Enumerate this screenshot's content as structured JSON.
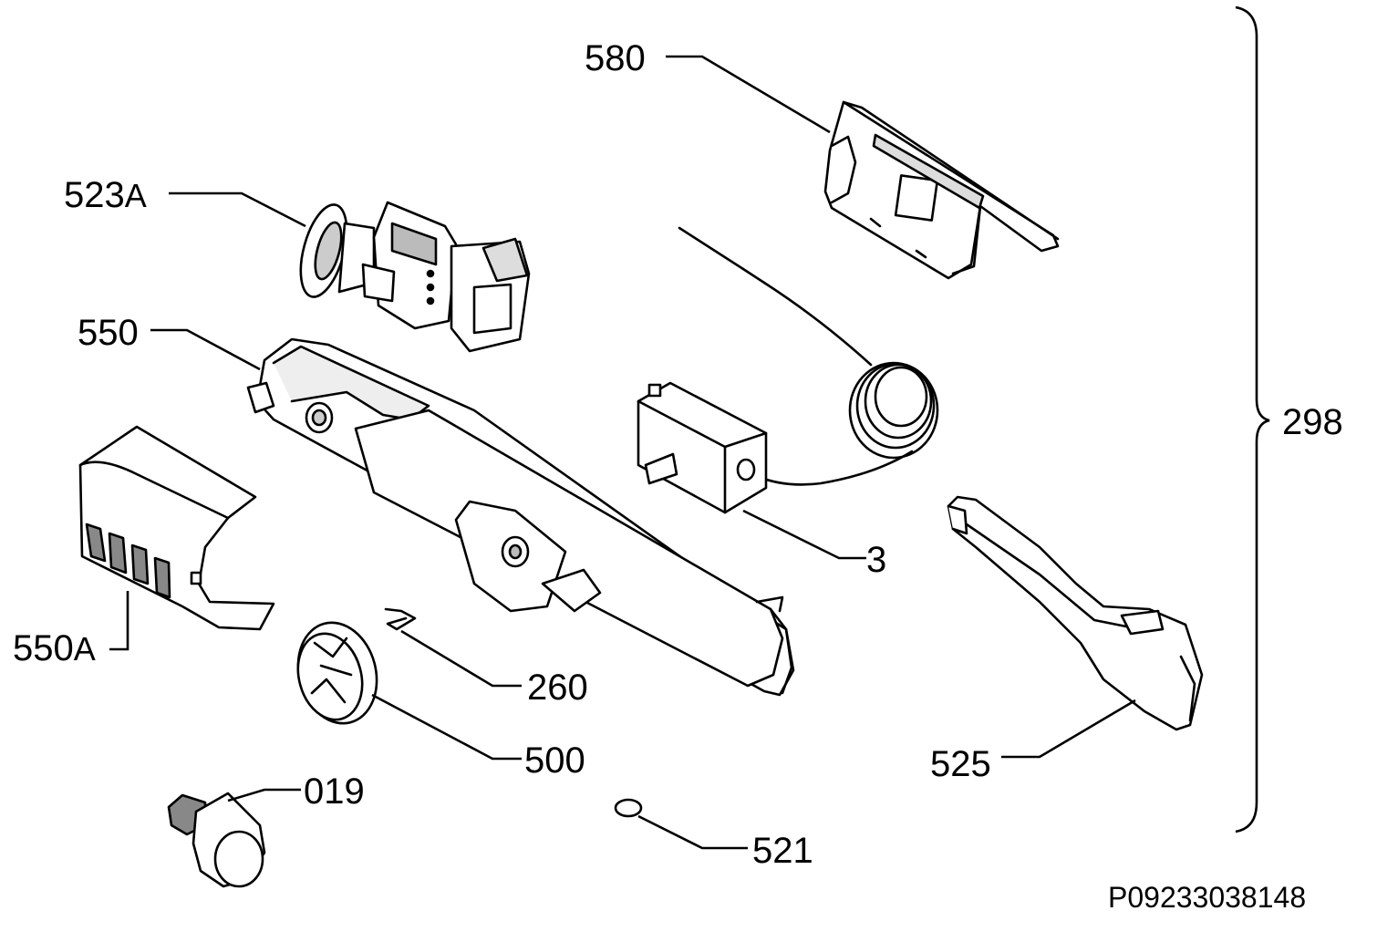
{
  "diagram": {
    "labels": {
      "l580": "580",
      "l523a_num": "523",
      "l523a_suf": "A",
      "l550": "550",
      "l550a_num": "550",
      "l550a_suf": "A",
      "l3": "3",
      "l260": "260",
      "l500": "500",
      "l019": "019",
      "l521": "521",
      "l525": "525",
      "l298": "298"
    },
    "drawing_code": "P09233038148"
  }
}
